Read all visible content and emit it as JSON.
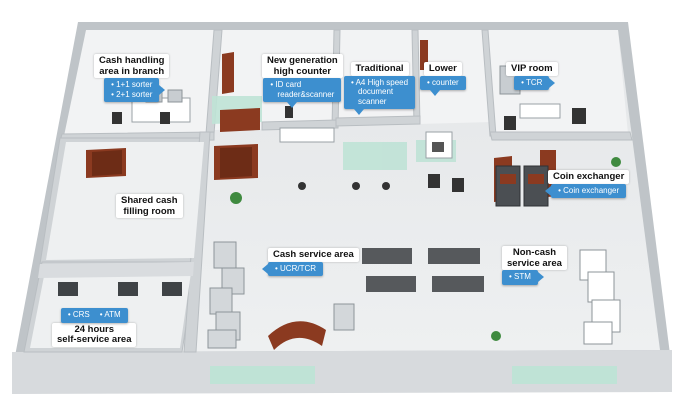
{
  "colors": {
    "label_blue": "#3d8fcf",
    "wall": "#cfd3d6",
    "floor": "#e9ebec",
    "door": "#8b3a20",
    "glass": "#bfe3d6"
  },
  "areas": [
    {
      "title_lines": [
        "Cash handling",
        "area in branch"
      ],
      "items": [
        "1+1 sorter",
        "2+1 sorter"
      ]
    },
    {
      "title_lines": [
        "New generation",
        "high counter"
      ],
      "items": [
        "ID card",
        "reader&scanner"
      ]
    },
    {
      "title_lines": [
        "Traditional"
      ],
      "items": [
        "A4 High speed",
        "document",
        "scanner"
      ]
    },
    {
      "title_lines": [
        "Lower"
      ],
      "items": [
        "counter"
      ]
    },
    {
      "title_lines": [
        "VIP room"
      ],
      "items": [
        "TCR"
      ]
    },
    {
      "title_lines": [
        "Coin exchanger"
      ],
      "items": [
        "Coin exchanger"
      ]
    },
    {
      "title_lines": [
        "Shared cash",
        "filling room"
      ],
      "items": []
    },
    {
      "title_lines": [
        "Cash service area"
      ],
      "items": [
        "UCR/TCR"
      ]
    },
    {
      "title_lines": [
        "Non-cash",
        "service area"
      ],
      "items": [
        "STM"
      ]
    },
    {
      "title_lines": [
        "24 hours",
        "self-service area"
      ],
      "items": [
        "CRS",
        "ATM"
      ]
    }
  ]
}
